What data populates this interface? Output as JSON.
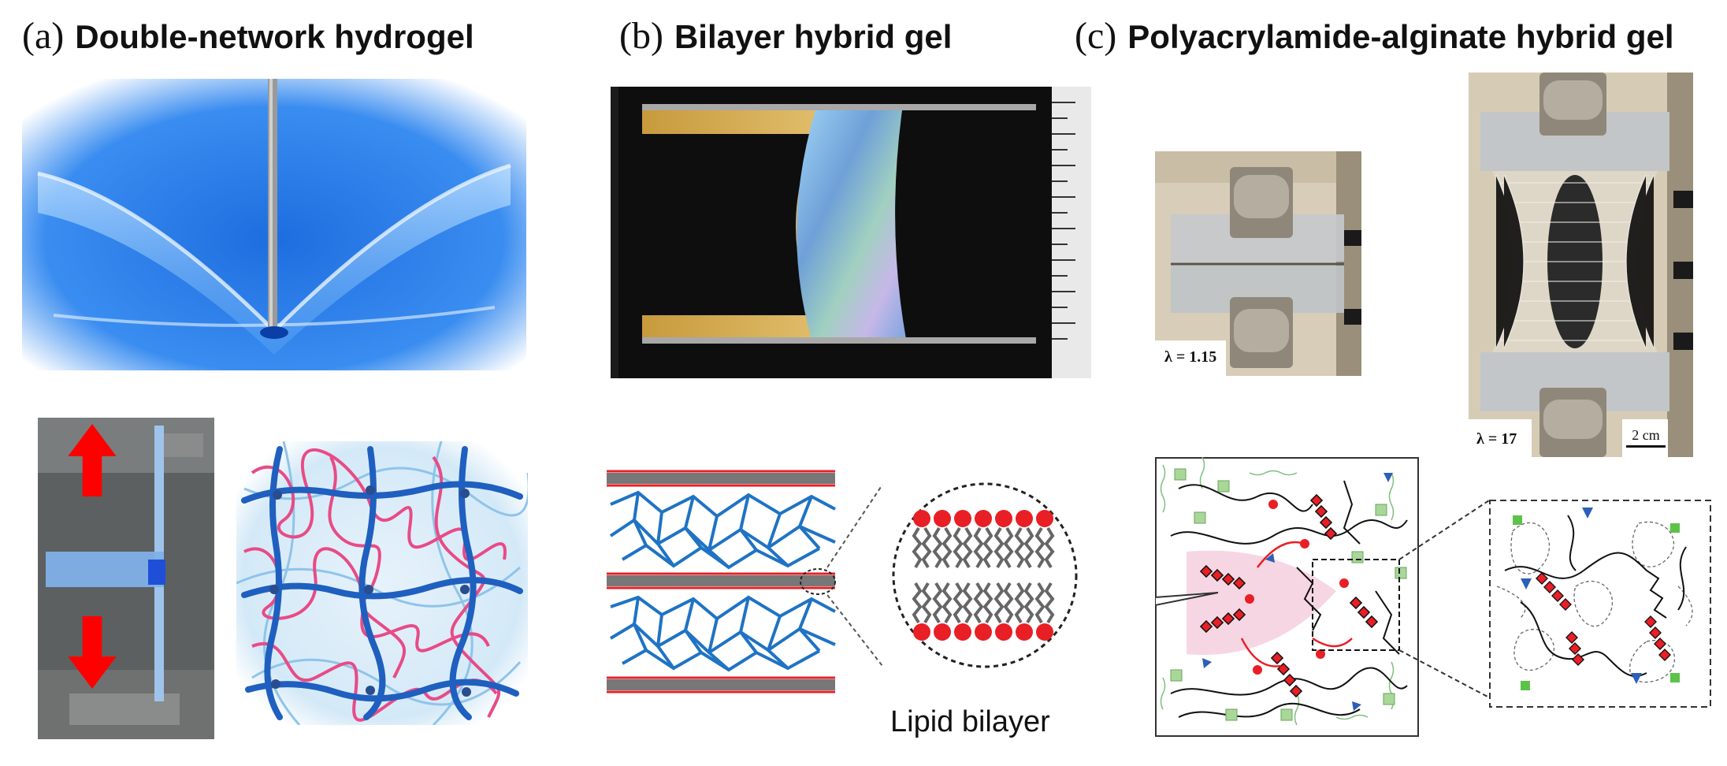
{
  "panels": [
    {
      "letter": "(a)",
      "title": "Double-network hydrogel"
    },
    {
      "letter": "(b)",
      "title": "Bilayer hybrid gel"
    },
    {
      "letter": "(c)",
      "title": "Polyacrylamide-alginate hybrid gel"
    }
  ],
  "annotations": {
    "stretch_small": "λ = 1.15",
    "stretch_large": "λ = 17",
    "scale_bar": "2 cm",
    "lipid_bilayer": "Lipid bilayer"
  },
  "colors": {
    "gel_blue": "#2f7fe0",
    "network_blue": "#1f5fbf",
    "network_pink": "#e84b86",
    "lipid_head_red": "#e81f25",
    "arrow_red": "#ff0000",
    "chain_gray": "#555555"
  },
  "icons": [
    "red-up-arrow-icon",
    "red-down-arrow-icon",
    "blue-triangle-icon",
    "green-square-icon"
  ]
}
